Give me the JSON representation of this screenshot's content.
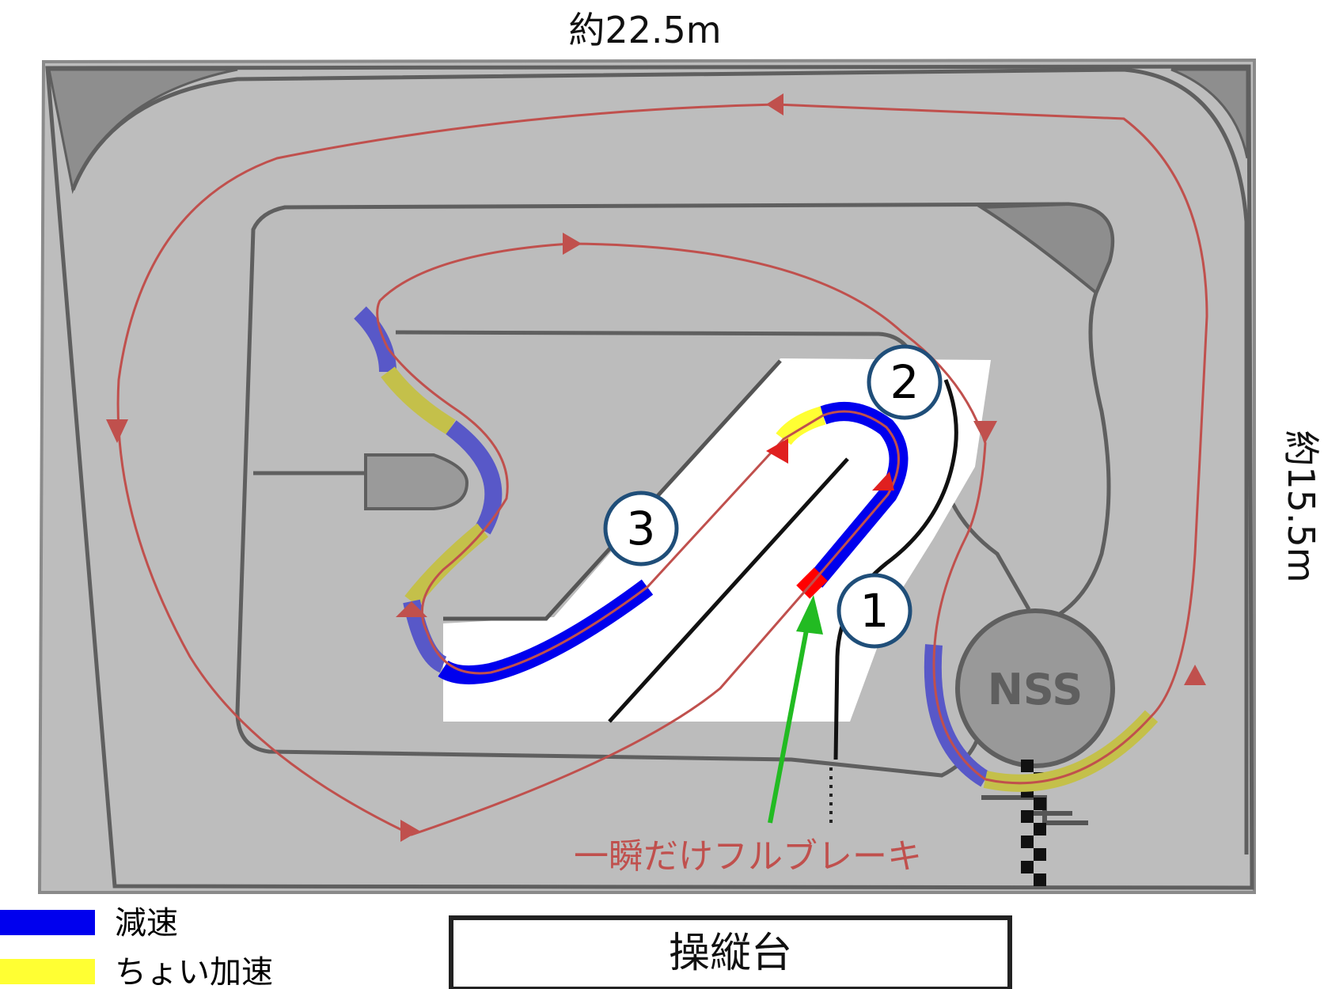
{
  "dimensions": {
    "width_label": "約22.5m",
    "height_label": "約15.5m"
  },
  "course": {
    "nss_label": "NSS",
    "markers": [
      "1",
      "2",
      "3"
    ],
    "brake_note": "一瞬だけフルブレーキ"
  },
  "legend": {
    "items": [
      {
        "label": "減速",
        "color": "#0000ee"
      },
      {
        "label": "ちょい加速",
        "color": "#ffff33"
      }
    ]
  },
  "console": {
    "label": "操縦台"
  },
  "colors": {
    "floor": "#bdbdbd",
    "border": "#8a8a8a",
    "track_line": "#5f5f5f",
    "racing_line": "#c0504d",
    "decel": "#0000ee",
    "decel_soft": "#5858c8",
    "accel": "#ffff33",
    "accel_soft": "#c4c04a",
    "brake_point": "#ff0000",
    "arrow_green": "#22bb22",
    "marker_ring": "#1f4e79"
  }
}
